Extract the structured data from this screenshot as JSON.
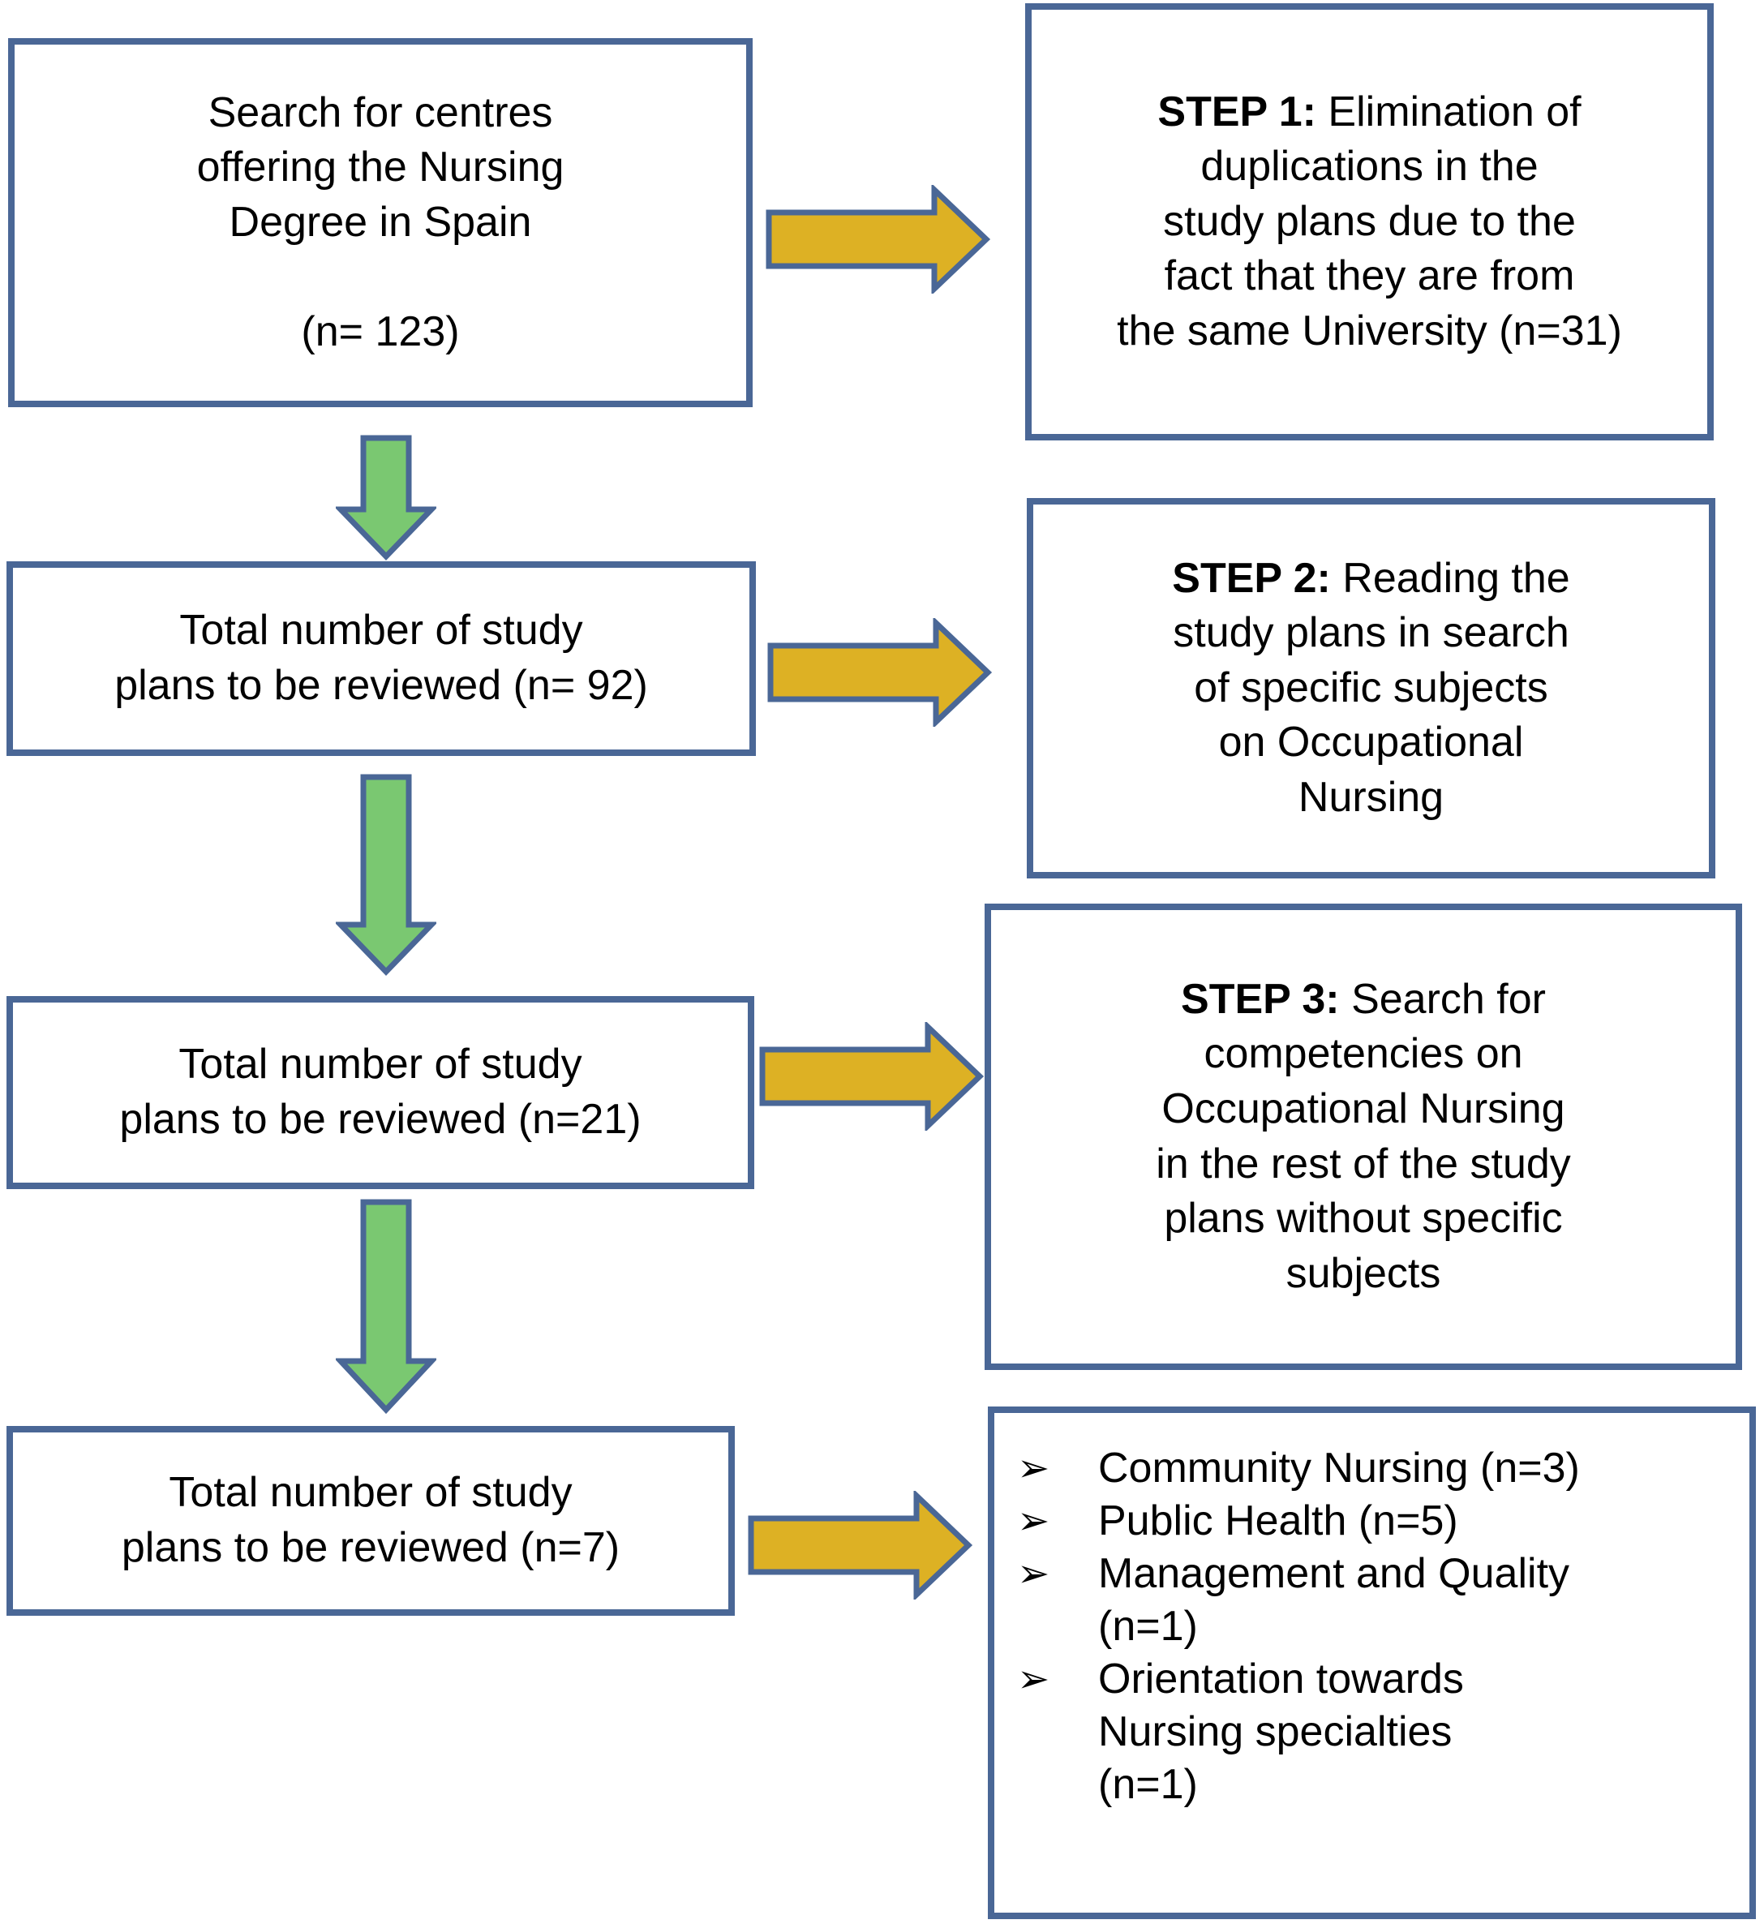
{
  "flow_boxes": [
    {
      "text": "Search for centres\noffering the Nursing\nDegree in Spain\n\n(n= 123)"
    },
    {
      "text": "Total number of study\nplans to be reviewed (n= 92)"
    },
    {
      "text": "Total number of study\nplans to be reviewed (n=21)"
    },
    {
      "text": "Total number of study\nplans to be reviewed (n=7)"
    }
  ],
  "steps": [
    {
      "label": "STEP 1:",
      "text": "Elimination of\nduplications in the\nstudy plans due to the\nfact that they are from\nthe same University (n=31)"
    },
    {
      "label": "STEP 2:",
      "text": "Reading the\nstudy plans in search\nof specific subjects\non Occupational\nNursing"
    },
    {
      "label": "STEP 3:",
      "text": "Search for\ncompetencies on\nOccupational Nursing\nin the rest of the study\nplans without specific\nsubjects"
    }
  ],
  "results": {
    "bullet_icon": "➢",
    "items": [
      "Community Nursing (n=3)",
      "Public Health (n=5)",
      "Management and Quality\n(n=1)",
      "Orientation towards\nNursing specialties\n(n=1)"
    ]
  },
  "colors": {
    "border_blue": "#4a6796",
    "arrow_yellow": "#ddb124",
    "arrow_green": "#7ac871"
  }
}
